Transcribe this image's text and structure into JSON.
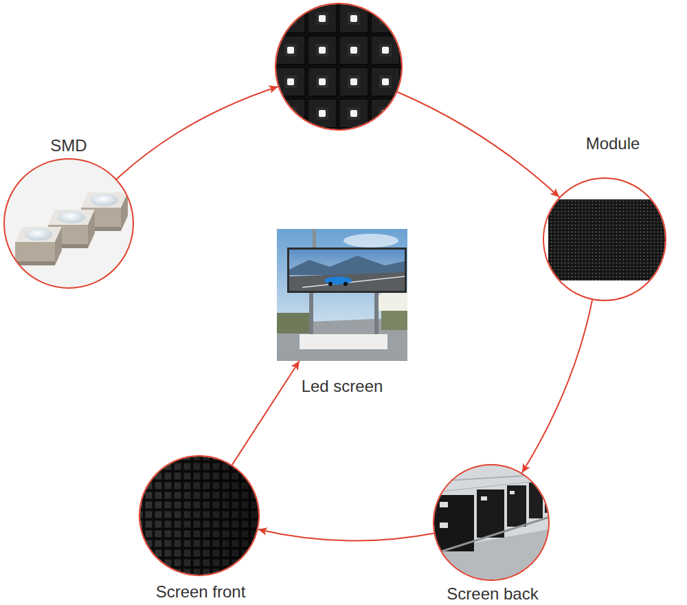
{
  "diagram": {
    "nodes": [
      {
        "text": [
          "SMD"
        ]
      },
      {
        "text": []
      },
      {
        "text": [
          "Module"
        ]
      },
      {
        "text": [
          "Screen back"
        ]
      },
      {
        "text": [
          "Screen front"
        ]
      },
      {
        "text": [
          "Led screen"
        ]
      }
    ],
    "edges": [
      {
        "from": 0,
        "to": 1,
        "arrow": "to"
      },
      {
        "from": 1,
        "to": 2,
        "arrow": "to"
      },
      {
        "from": 2,
        "to": 3,
        "arrow": "to"
      },
      {
        "from": 3,
        "to": 4,
        "arrow": "to"
      },
      {
        "from": 4,
        "to": 5,
        "arrow": "to"
      }
    ]
  }
}
